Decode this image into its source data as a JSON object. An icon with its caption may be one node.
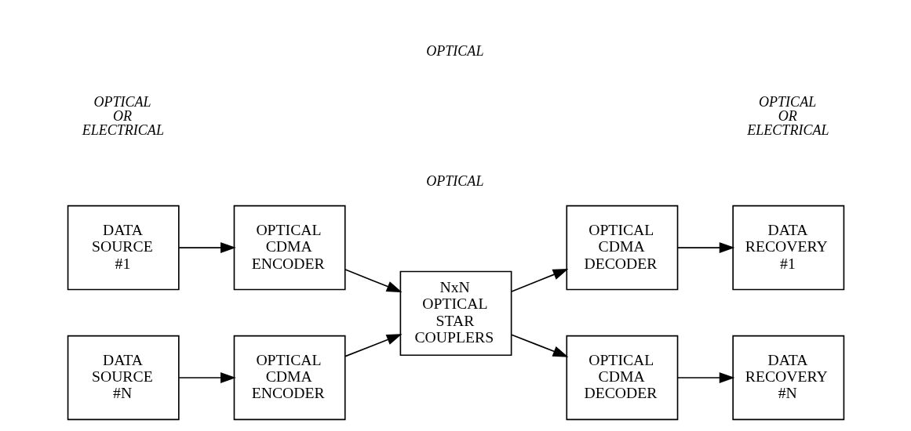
{
  "diagram": {
    "nodes": [
      {
        "text": [
          "DATA SOURCE #1"
        ]
      },
      {
        "text": [
          "OPTICAL CDMA ENCODER"
        ]
      },
      {
        "text": [
          "OPTICAL CDMA DECODER"
        ]
      },
      {
        "text": [
          "DATA RECOVERY #1"
        ]
      },
      {
        "text": [
          "NxN OPTICAL STAR COUPLERS"
        ]
      },
      {
        "text": [
          "DATA SOURCE #N"
        ]
      },
      {
        "text": [
          "OPTICAL CDMA ENCODER"
        ]
      },
      {
        "text": [
          "OPTICAL CDMA DECODER"
        ]
      },
      {
        "text": [
          "DATA RECOVERY #N"
        ]
      }
    ],
    "edges": [
      {
        "from": 0,
        "to": 1,
        "arrow": "to"
      },
      {
        "from": 1,
        "to": 4,
        "arrow": "to"
      },
      {
        "from": 4,
        "to": 2,
        "arrow": "to"
      },
      {
        "from": 2,
        "to": 3,
        "arrow": "to"
      },
      {
        "from": 5,
        "to": 6,
        "arrow": "to"
      },
      {
        "from": 6,
        "to": 4,
        "arrow": "to"
      },
      {
        "from": 4,
        "to": 7,
        "arrow": "to"
      },
      {
        "from": 7,
        "to": 8,
        "arrow": "to"
      }
    ],
    "labels": [
      "OPTICAL OR ELECTRICAL",
      "OPTICAL",
      "OPTICAL OR ELECTRICAL",
      "OPTICAL"
    ]
  }
}
